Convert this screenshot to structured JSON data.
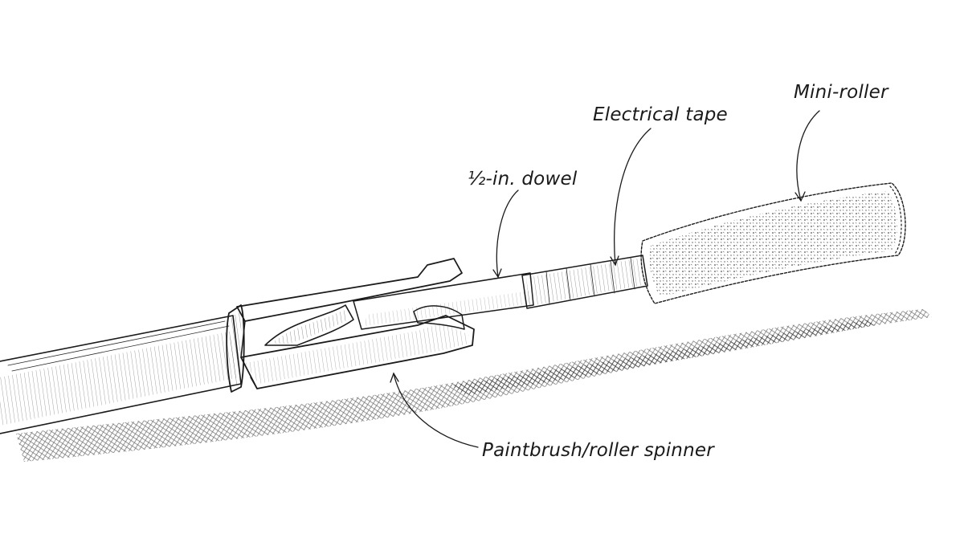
{
  "labels": {
    "mini_roller": "Mini-roller",
    "electrical_tape": "Electrical tape",
    "dowel": "½-in. dowel",
    "spinner": "Paintbrush/roller spinner"
  },
  "colors": {
    "ink": "#1b1b1b",
    "paper": "#ffffff",
    "shadow": "#4a4a4a"
  }
}
